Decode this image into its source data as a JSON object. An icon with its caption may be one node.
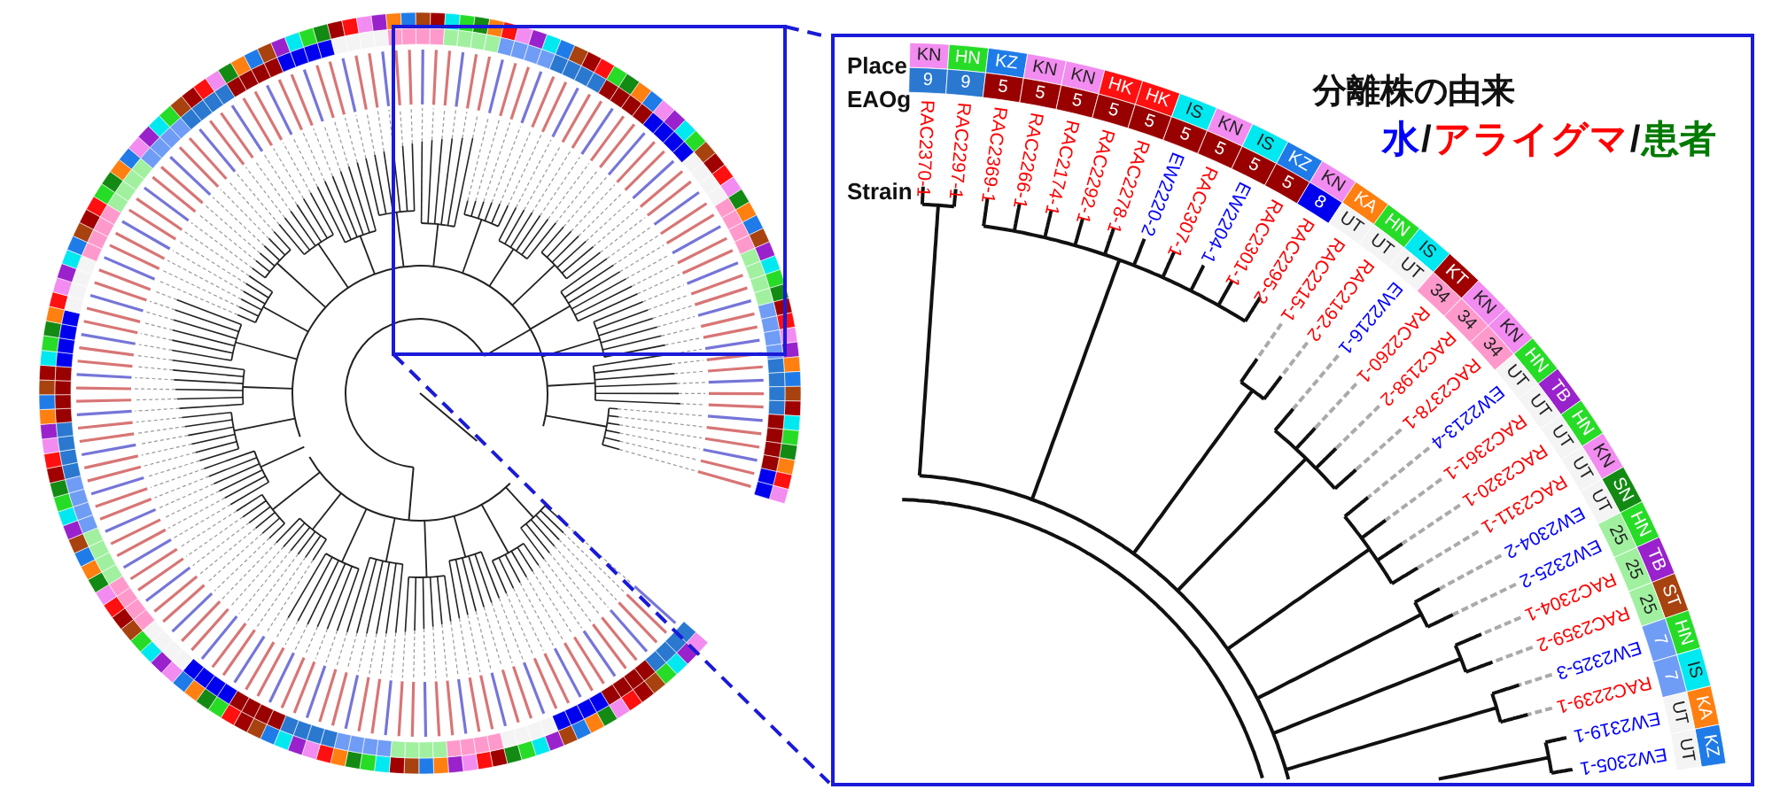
{
  "diagram": {
    "title": "分離株の由来",
    "labels": [
      "Place",
      "EAOg",
      "Strain",
      "KN",
      "HN",
      "KZ",
      "KN",
      "KN",
      "HK",
      "HK",
      "IS",
      "KN",
      "IS",
      "KZ",
      "KN",
      "KA",
      "HN",
      "IS",
      "KT",
      "KN",
      "KN",
      "HN",
      "TB",
      "HN",
      "KN",
      "SN",
      "HN",
      "TB",
      "ST",
      "HN",
      "IS",
      "KA",
      "KZ",
      "9",
      "9",
      "5",
      "5",
      "5",
      "5",
      "5",
      "5",
      "5",
      "5",
      "5",
      "8",
      "UT",
      "UT",
      "UT",
      "34",
      "34",
      "34",
      "UT",
      "UT",
      "UT",
      "UT",
      "UT",
      "25",
      "25",
      "25",
      "7",
      "7",
      "UT",
      "UT",
      "RAC2370-1",
      "RAC2297-1",
      "RAC2369-1",
      "RAC2266-1",
      "RAC2174-1",
      "RAC2292-1",
      "RAC2278-1",
      "EW2220-2",
      "RAC2307-1",
      "EW2204-1",
      "RAC2301-1",
      "RAC2295-2",
      "RAC2215-1",
      "RAC2192-2",
      "EW2216-1",
      "RAC2260-1",
      "RAC2198-2",
      "RAC2378-1",
      "EW2213-4",
      "RAC2361-1",
      "RAC2320-1",
      "RAC2311-1",
      "EW2304-2",
      "EW2325-2",
      "RAC2304-1",
      "RAC2359-2",
      "EW2325-3",
      "RAC2239-1",
      "EW2319-1",
      "EW2305-1",
      "/",
      "/"
    ],
    "legend": [
      {
        "text": "水",
        "color": "#0000ff"
      },
      {
        "text": "アライグマ",
        "color": "#ff0000"
      },
      {
        "text": "患者",
        "color": "#007a00"
      }
    ]
  }
}
